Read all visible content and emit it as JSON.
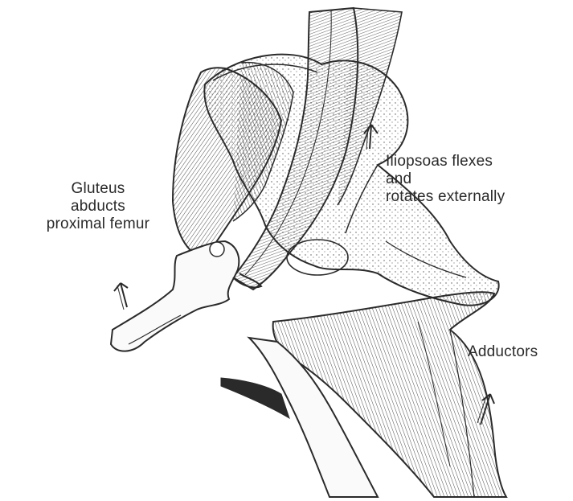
{
  "labels": {
    "gluteus": [
      "Gluteus",
      "abducts",
      "proximal femur"
    ],
    "iliopsoas": [
      "Iliopsoas flexes",
      "and",
      "rotates externally"
    ],
    "adductors": [
      "Adductors"
    ]
  },
  "colors": {
    "ink": "#2a2a2a",
    "background": "#ffffff"
  },
  "icons": [
    "up-arrow-icon",
    "up-arrow-icon",
    "up-arrow-icon"
  ]
}
